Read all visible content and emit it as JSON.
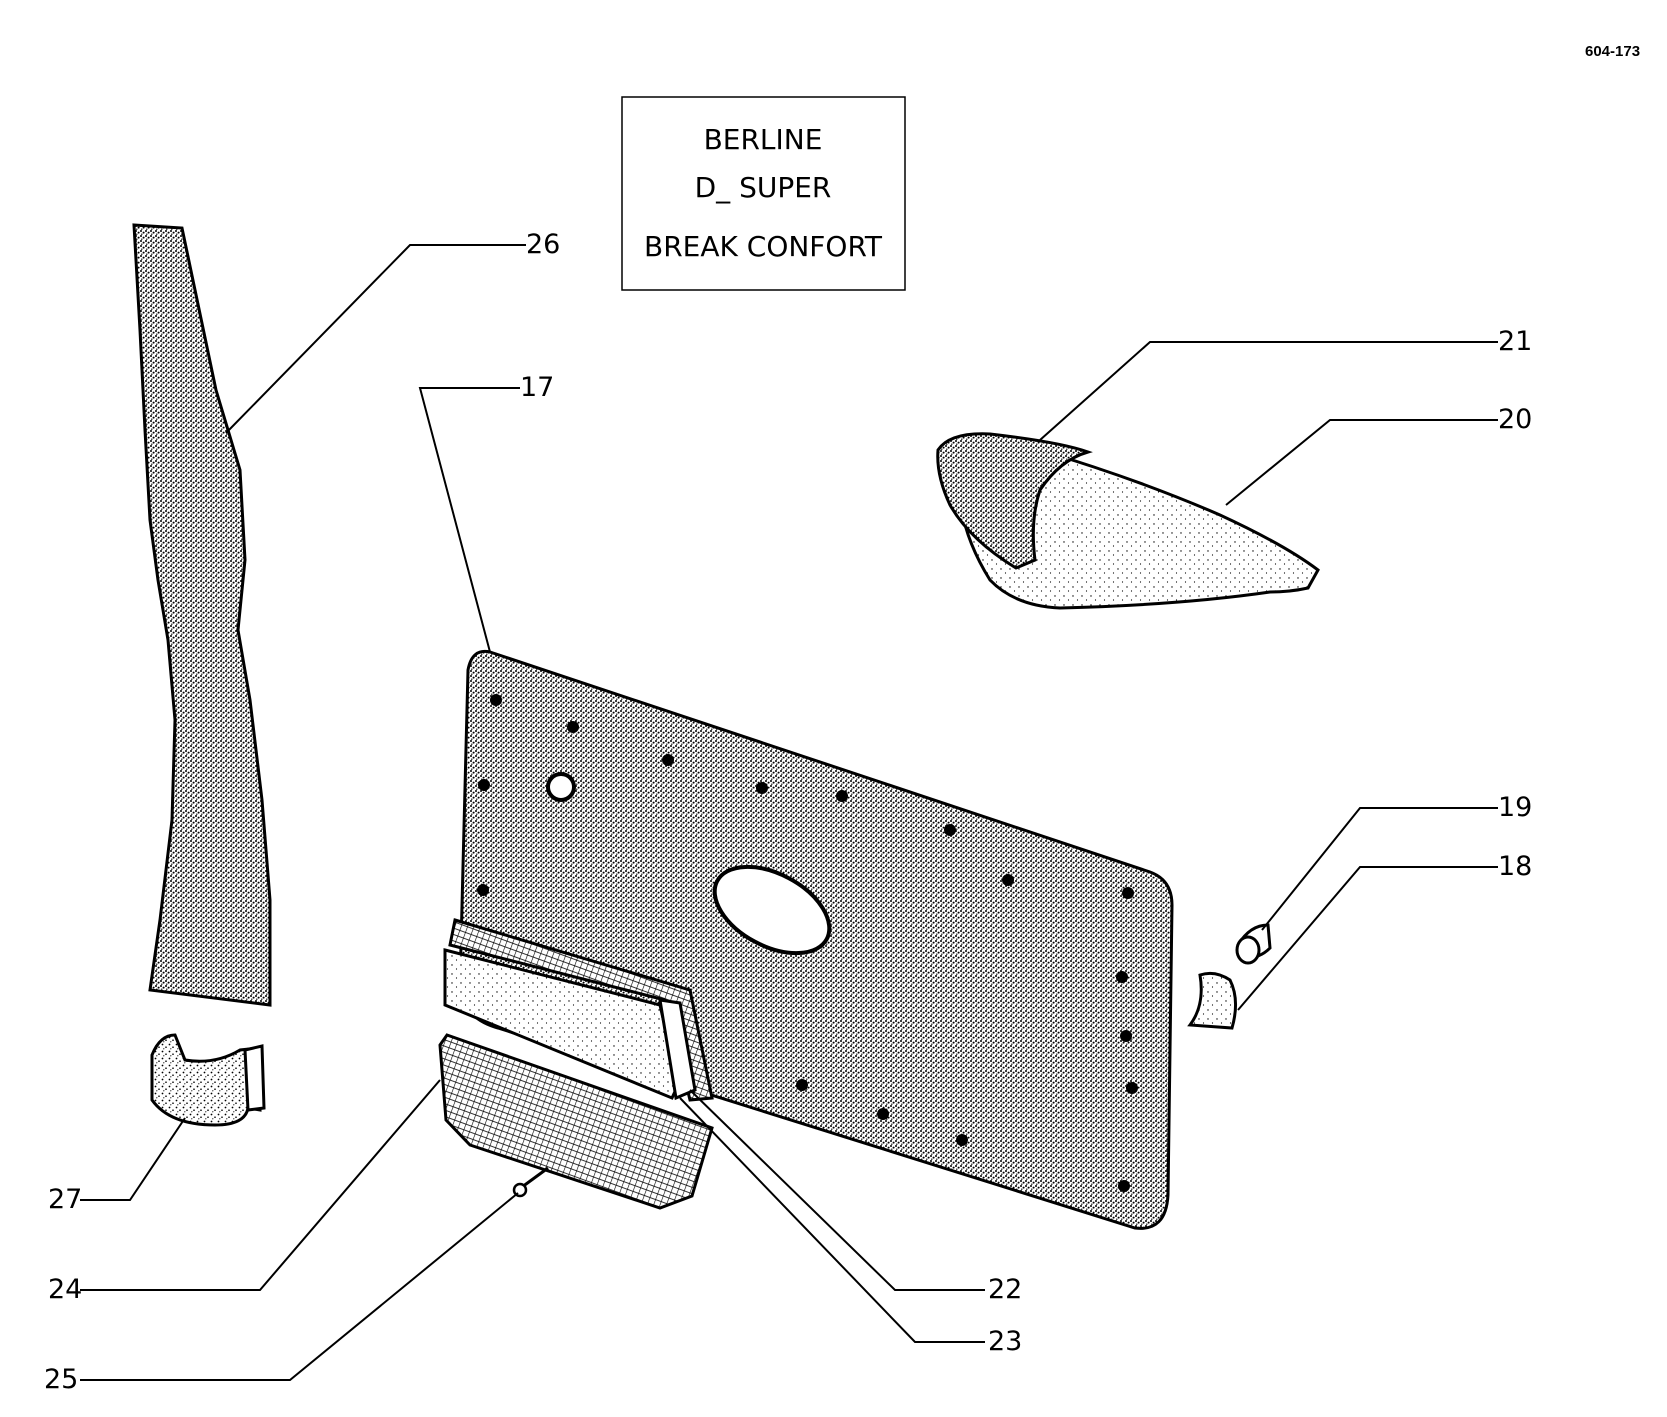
{
  "drawing_ref": "604-173",
  "variant_box": {
    "lines": [
      "BERLINE",
      "D_ SUPER",
      "BREAK CONFORT"
    ]
  },
  "callouts": {
    "p17": "17",
    "p18": "18",
    "p19": "19",
    "p20": "20",
    "p21": "21",
    "p22": "22",
    "p23": "23",
    "p24": "24",
    "p25": "25",
    "p26": "26",
    "p27": "27"
  }
}
